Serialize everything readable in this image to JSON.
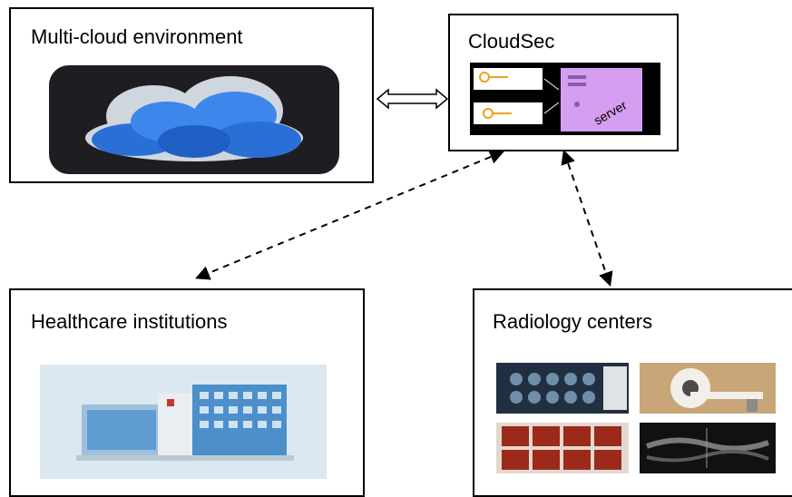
{
  "diagram": {
    "multicloud": {
      "title": "Multi-cloud environment"
    },
    "cloudsec": {
      "title": "CloudSec",
      "server_label": "server"
    },
    "healthcare": {
      "title": "Healthcare institutions"
    },
    "radiology": {
      "title": "Radiology centers"
    }
  },
  "colors": {
    "border": "#000000",
    "cloud_blue": "#2a6fd6",
    "cloud_bg": "#1e1e22",
    "server_purple": "#d59ef0",
    "key_orange": "#f0a020",
    "building_blue": "#4d8fc9",
    "building_bg": "#dbe8f1"
  }
}
